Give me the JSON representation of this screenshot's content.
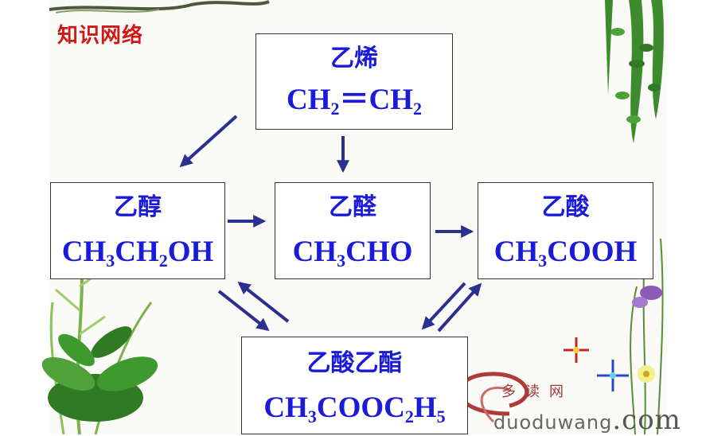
{
  "header": {
    "title": "知识网络"
  },
  "nodes": {
    "ethene": {
      "name": "乙烯",
      "formula_html": "CH<sub>2</sub>＝CH<sub>2</sub>"
    },
    "ethanol": {
      "name": "乙醇",
      "formula_html": "CH<sub>3</sub>CH<sub>2</sub>OH"
    },
    "ethanal": {
      "name": "乙醛",
      "formula_html": "CH<sub>3</sub>CHO"
    },
    "acid": {
      "name": "乙酸",
      "formula_html": "CH<sub>3</sub>COOH"
    },
    "ester": {
      "name": "乙酸乙酯",
      "formula_html": "CH<sub>3</sub>COOC<sub>2</sub>H<sub>5</sub>"
    }
  },
  "watermark": {
    "cn": "多读网",
    "url": "duoduwang",
    "tld": ".com"
  },
  "colors": {
    "arrow": "#2b2f8f",
    "text": "#1a1ad8",
    "title": "#d01818"
  }
}
